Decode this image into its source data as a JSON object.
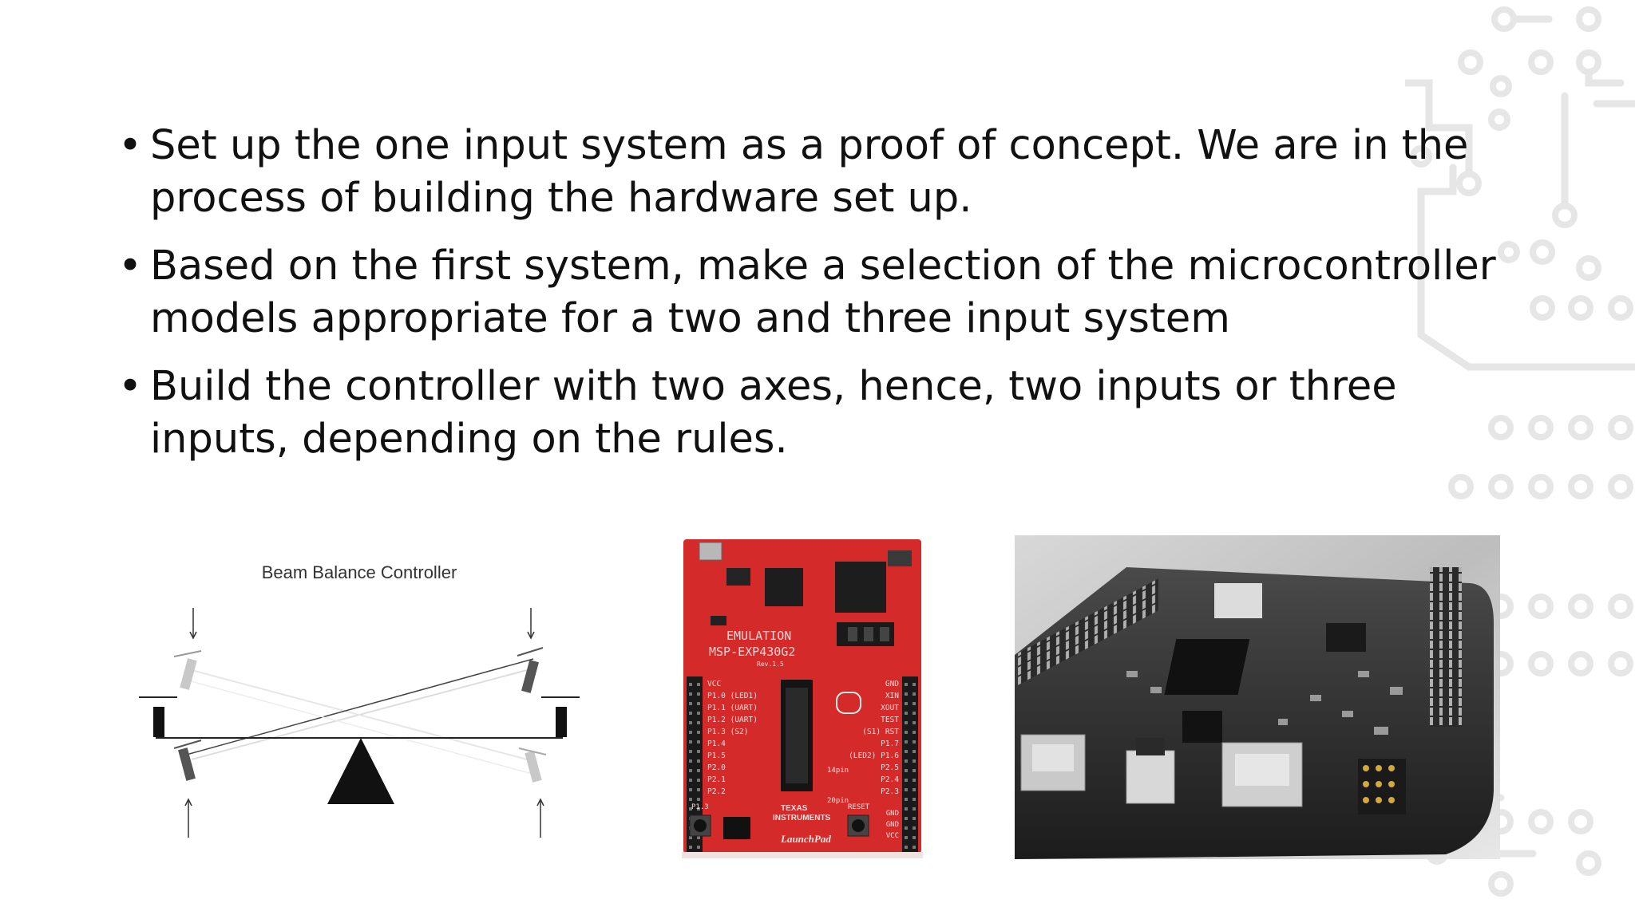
{
  "bullets": [
    "Set up the one input system as a proof of concept. We are in the process of building the hardware set up.",
    "Based on the first system, make a selection of the microcontroller models appropriate for a two and three input system",
    "Build the controller with two axes, hence, two inputs or three inputs, depending on the rules."
  ],
  "bullet_glyph": "•",
  "diagram": {
    "title": "Beam Balance Controller"
  },
  "launchpad": {
    "board_color": "#d42a2a",
    "emulation": "EMULATION",
    "model": "MSP-EXP430G2",
    "rev": "Rev.1.5",
    "left_pins": [
      "VCC",
      "P1.0 (LED1)",
      "P1.1 (UART)",
      "P1.2 (UART)",
      "P1.3 (S2)",
      "P1.4",
      "P1.5",
      "P2.0",
      "P2.1",
      "P2.2"
    ],
    "right_pins": [
      "GND",
      "XIN",
      "XOUT",
      "TEST",
      "(S1) RST",
      "P1.7",
      "(LED2) P1.6",
      "P2.5",
      "P2.4",
      "P2.3"
    ],
    "socket_labels": [
      "14pin",
      "20pin"
    ],
    "reset": "RESET",
    "bottom_left": "P1.3",
    "brand_line1": "TEXAS",
    "brand_line2": "INSTRUMENTS",
    "launchpad_logo": "LaunchPad",
    "bottom_right": [
      "GND",
      "GND",
      "VCC"
    ]
  }
}
